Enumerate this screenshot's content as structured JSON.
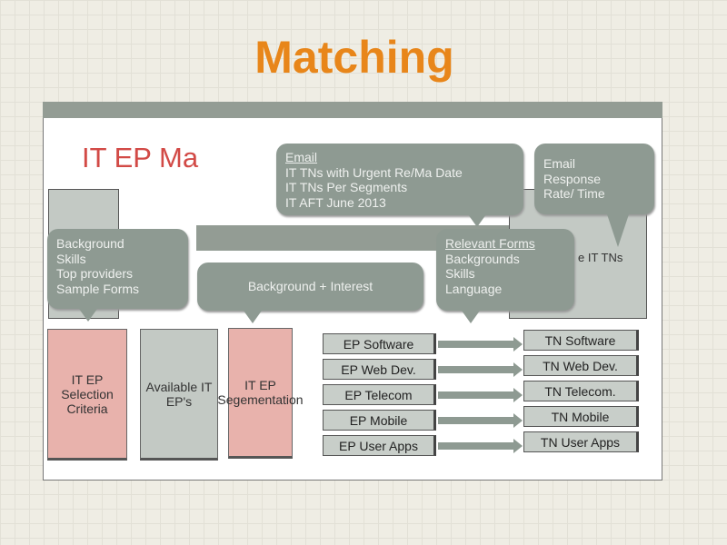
{
  "slide_title": "Matching",
  "diagram": {
    "heading": "IT EP Ma",
    "right_box_text": "e IT TNs",
    "callout_left": [
      "Background",
      "Skills",
      "Top providers",
      "Sample Forms"
    ],
    "callout_middle": "Background + Interest",
    "callout_email": {
      "title": "Email",
      "lines": [
        "IT TNs with Urgent Re/Ma Date",
        "IT TNs Per Segments",
        "IT AFT June 2013"
      ]
    },
    "callout_response": [
      "Email",
      "Response",
      "Rate/ Time"
    ],
    "callout_forms": {
      "title": "Relevant Forms",
      "lines": [
        "Backgrounds",
        "Skills",
        "Language"
      ]
    },
    "columns": [
      "IT EP Selection Criteria",
      "Available IT EP's",
      "IT EP Segementation"
    ],
    "ep_items": [
      "EP Software",
      "EP Web Dev.",
      "EP Telecom",
      "EP Mobile",
      "EP User Apps"
    ],
    "tn_items": [
      "TN Software",
      "TN Web Dev.",
      "TN Telecom.",
      "TN Mobile",
      "TN User Apps"
    ],
    "colors": {
      "title": "#e8861a",
      "heading": "#d24a46",
      "callout": "#8e9a92",
      "pink": "#e8b2ac",
      "grey": "#c3c9c4"
    }
  }
}
